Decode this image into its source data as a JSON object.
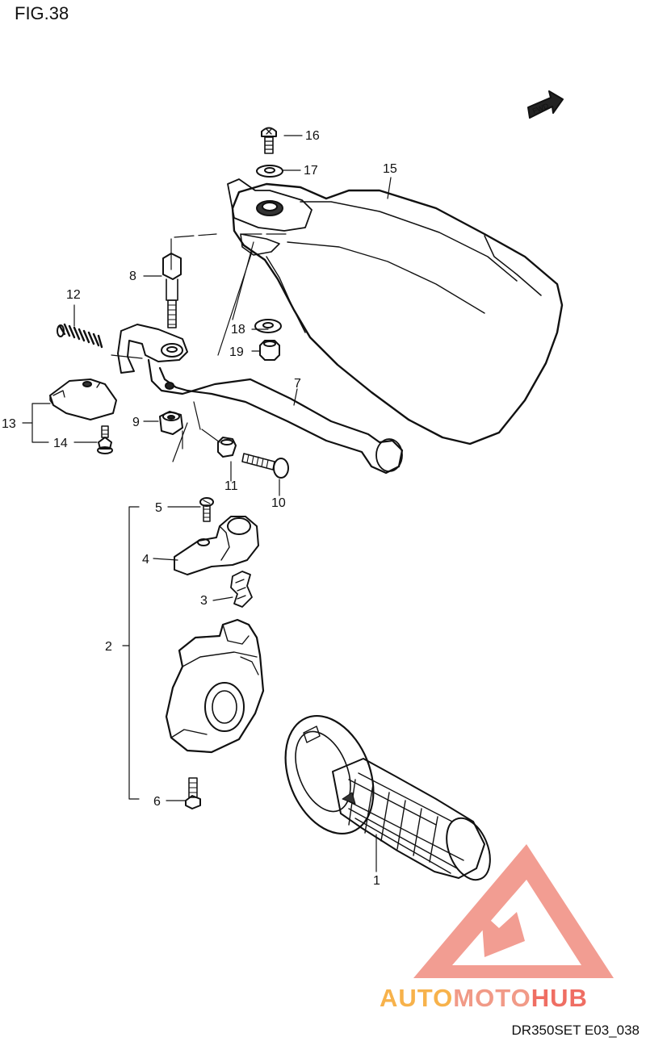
{
  "figure": {
    "title": "FIG.38",
    "code": "DR350SET E03_038"
  },
  "fwd_arrow": {
    "label": "FWD"
  },
  "watermark": {
    "part1": "AUTO",
    "part2": "MOTO",
    "part3": "HUB",
    "colors": {
      "auto": "#f7b24b",
      "moto": "#f19a87",
      "hub": "#ef6e63",
      "logo": "#f08d80"
    }
  },
  "parts": [
    {
      "number": "1",
      "name": "grip"
    },
    {
      "number": "2",
      "name": "lever-holder-assembly"
    },
    {
      "number": "3",
      "name": "clip"
    },
    {
      "number": "4",
      "name": "holder-clamp"
    },
    {
      "number": "5",
      "name": "screw"
    },
    {
      "number": "6",
      "name": "bolt"
    },
    {
      "number": "7",
      "name": "clutch-lever"
    },
    {
      "number": "8",
      "name": "pivot-bolt"
    },
    {
      "number": "9",
      "name": "nut"
    },
    {
      "number": "10",
      "name": "adjuster-bolt"
    },
    {
      "number": "11",
      "name": "nut"
    },
    {
      "number": "12",
      "name": "spring"
    },
    {
      "number": "13",
      "name": "switch-assembly"
    },
    {
      "number": "14",
      "name": "screw"
    },
    {
      "number": "15",
      "name": "hand-guard"
    },
    {
      "number": "16",
      "name": "screw"
    },
    {
      "number": "17",
      "name": "washer"
    },
    {
      "number": "18",
      "name": "washer"
    },
    {
      "number": "19",
      "name": "nut"
    }
  ]
}
